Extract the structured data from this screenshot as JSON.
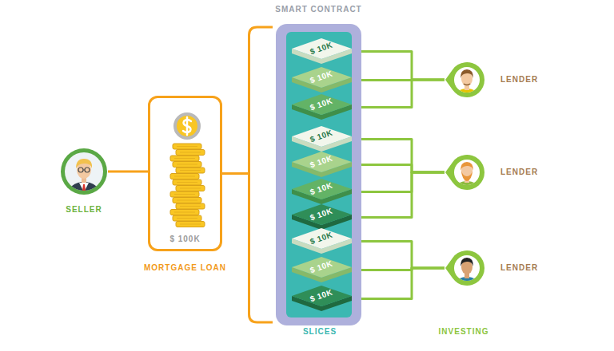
{
  "diagram": {
    "nodes": [
      {
        "text": [
          "SELLER"
        ]
      },
      {
        "text": [
          "$ 100K",
          "MORTGAGE LOAN"
        ]
      },
      {
        "text": [
          "SMART CONTRACT"
        ]
      },
      {
        "text": [
          "$ 10K"
        ],
        "in": 2
      },
      {
        "text": [
          "$ 10K"
        ],
        "in": 2
      },
      {
        "text": [
          "$ 10K"
        ],
        "in": 2
      },
      {
        "text": [
          "$ 10K"
        ],
        "in": 2
      },
      {
        "text": [
          "$ 10K"
        ],
        "in": 2
      },
      {
        "text": [
          "$ 10K"
        ],
        "in": 2
      },
      {
        "text": [
          "$ 10K"
        ],
        "in": 2
      },
      {
        "text": [
          "$ 10K"
        ],
        "in": 2
      },
      {
        "text": [
          "$ 10K"
        ],
        "in": 2
      },
      {
        "text": [
          "$ 10K"
        ],
        "in": 2
      },
      {
        "text": [
          "LENDER"
        ]
      },
      {
        "text": [
          "LENDER"
        ]
      },
      {
        "text": [
          "LENDER"
        ]
      }
    ],
    "edges": [
      {
        "from": 0,
        "to": 1,
        "arrow": "none"
      },
      {
        "from": 1,
        "to": 2,
        "arrow": "none"
      },
      {
        "from": 3,
        "to": 13,
        "arrow": "none"
      },
      {
        "from": 4,
        "to": 13,
        "arrow": "none"
      },
      {
        "from": 5,
        "to": 13,
        "arrow": "none"
      },
      {
        "from": 6,
        "to": 14,
        "arrow": "none"
      },
      {
        "from": 7,
        "to": 14,
        "arrow": "none"
      },
      {
        "from": 8,
        "to": 14,
        "arrow": "none"
      },
      {
        "from": 9,
        "to": 14,
        "arrow": "none"
      },
      {
        "from": 10,
        "to": 15,
        "arrow": "none"
      },
      {
        "from": 11,
        "to": 15,
        "arrow": "none"
      },
      {
        "from": 12,
        "to": 15,
        "arrow": "none"
      }
    ],
    "labels": [
      "SLICES",
      "INVESTING"
    ]
  }
}
